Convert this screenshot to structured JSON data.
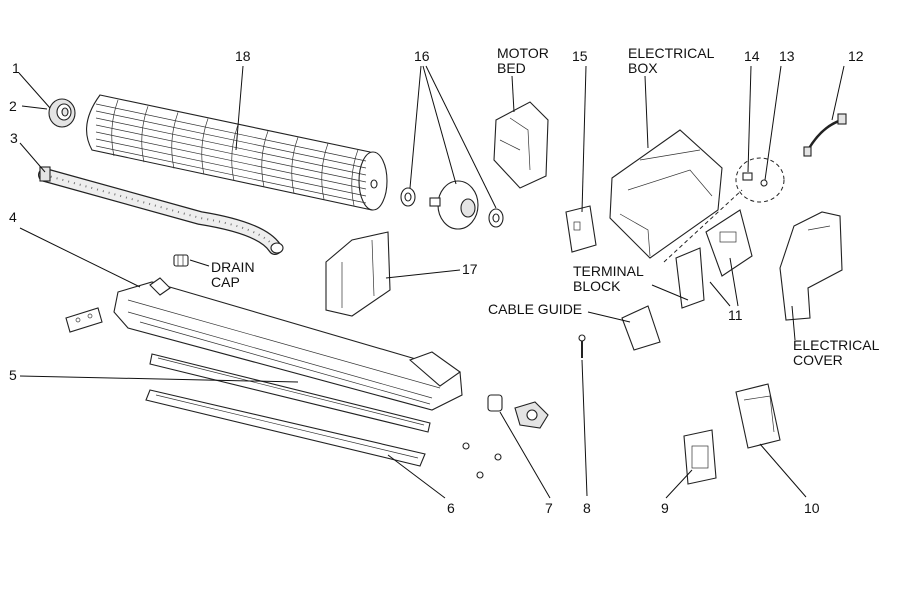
{
  "labels": {
    "n1": "1",
    "n2": "2",
    "n3": "3",
    "n4": "4",
    "n5": "5",
    "n6": "6",
    "n7": "7",
    "n8": "8",
    "n9": "9",
    "n10": "10",
    "n11": "11",
    "n12": "12",
    "n13": "13",
    "n14": "14",
    "n15": "15",
    "n16": "16",
    "n17": "17",
    "n18": "18",
    "motor_bed_1": "MOTOR",
    "motor_bed_2": "BED",
    "electrical_box_1": "ELECTRICAL",
    "electrical_box_2": "BOX",
    "drain_cap_1": "DRAIN",
    "drain_cap_2": "CAP",
    "terminal_block_1": "TERMINAL",
    "terminal_block_2": "BLOCK",
    "cable_guide": "CABLE GUIDE",
    "electrical_cover_1": "ELECTRICAL",
    "electrical_cover_2": "COVER"
  }
}
